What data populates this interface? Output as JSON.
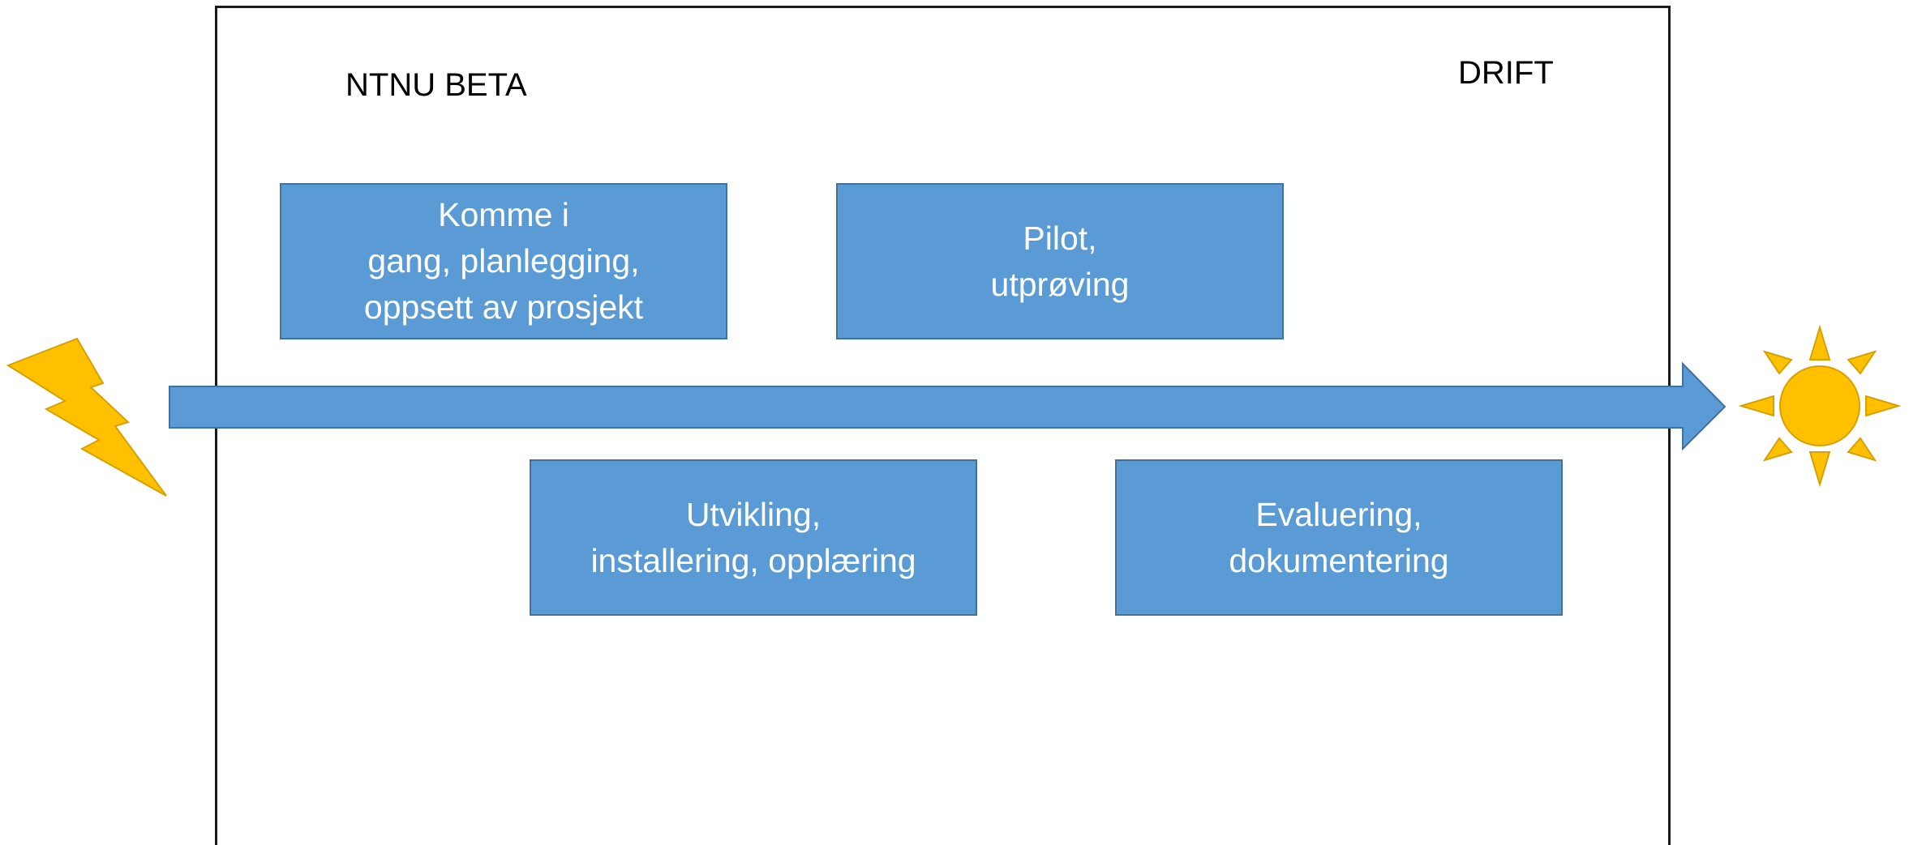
{
  "labels": {
    "left": "NTNU BETA",
    "right": "DRIFT"
  },
  "phases": [
    {
      "lines": [
        "Komme i",
        "gang, planlegging,",
        "oppsett av prosjekt"
      ]
    },
    {
      "lines": [
        "Pilot,",
        "utprøving"
      ]
    },
    {
      "lines": [
        "Utvikling,",
        "installering, opplæring"
      ]
    },
    {
      "lines": [
        "Evaluering,",
        "dokumentering"
      ]
    }
  ],
  "icons": {
    "start": "lightning-bolt-icon",
    "end": "sun-icon",
    "timeline": "arrow-right"
  },
  "colors": {
    "box_fill": "#5b9bd5",
    "box_border": "#41719c",
    "arrow_fill": "#5b9bd5",
    "icon_fill": "#ffc000",
    "icon_border": "#d6a100"
  }
}
